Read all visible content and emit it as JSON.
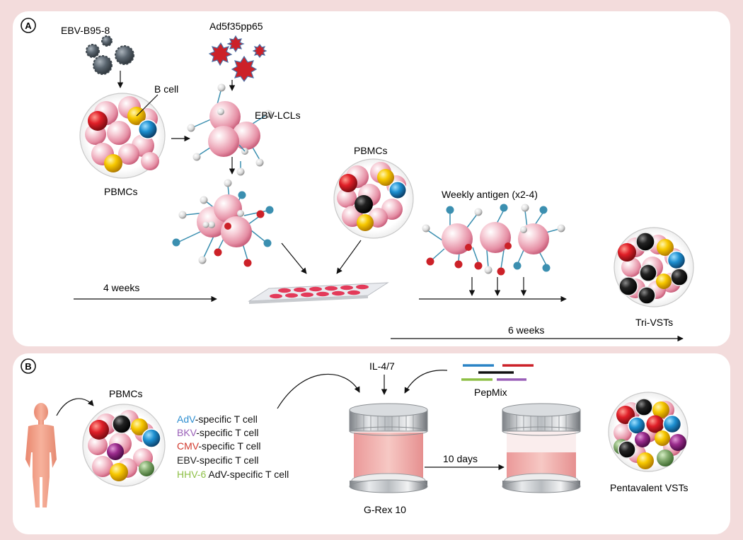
{
  "panel_a": {
    "badge": "A",
    "ebv_label": "EBV-B95-8",
    "ad_label": "Ad5f35pp65",
    "bcell_label": "B cell",
    "pbmcs_left": "PBMCs",
    "lcl_label": "EBV-LCLs",
    "pbmcs_mid": "PBMCs",
    "weekly_label": "Weekly antigen (x2-4)",
    "weeks4": "4 weeks",
    "weeks6": "6 weeks",
    "tri_label": "Tri-VSTs"
  },
  "panel_b": {
    "badge": "B",
    "pbmcs": "PBMCs",
    "il_label": "IL-4/7",
    "pepmix": "PepMix",
    "legend": [
      {
        "virus": "AdV",
        "rest": "-specific T cell",
        "color": "#2f8fd0"
      },
      {
        "virus": "BKV",
        "rest": "-specific T cell",
        "color": "#9a5fb8"
      },
      {
        "virus": "CMV",
        "rest": "-specific T cell",
        "color": "#d23a2e"
      },
      {
        "virus": "EBV",
        "rest": "-specific T cell",
        "color": "#222222"
      },
      {
        "virus": "HHV-6",
        "rest": " AdV-specific T cell",
        "color": "#8dbf45"
      }
    ],
    "days": "10 days",
    "grex": "G-Rex 10",
    "penta": "Pentavalent VSTs"
  },
  "colors": {
    "background": "#f3dcdc",
    "panel": "#ffffff",
    "pink_cell": "#f2b6c3",
    "red": "#d8202a",
    "blue": "#1e88c8",
    "yellow": "#f6c400",
    "black": "#1a1a1a",
    "purple": "#9a2b8c",
    "green": "#7fa86a",
    "virus_red": "#cc2128",
    "spike_teal": "#3b8fb0"
  }
}
